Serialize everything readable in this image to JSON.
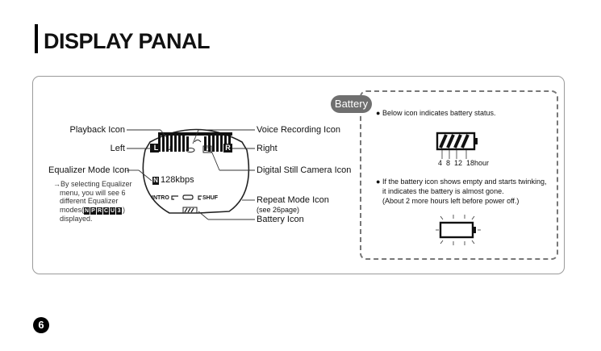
{
  "page_title": "DISPLAY PANAL",
  "battery_tag": "Battery",
  "labels": {
    "playback": "Playback Icon",
    "left": "Left",
    "equalizer": "Equalizer Mode Icon",
    "voice": "Voice Recording Icon",
    "right": "Right",
    "camera": "Digital Still Camera Icon",
    "repeat": "Repeat Mode Icon",
    "repeat_note": "(see 26page)",
    "battery": "Battery Icon"
  },
  "equalizer_note": {
    "line1": "→By selecting Equalizer",
    "line2": "menu, you will see 6",
    "line3": "different Equalizer",
    "line4_prefix": "modes(",
    "line4_suffix": ")",
    "line5": "displayed."
  },
  "eq_mode_letters": [
    "N",
    "P",
    "R",
    "C",
    "U",
    "3"
  ],
  "display": {
    "bitrate": "128kbps",
    "eq_indicator": "N",
    "left_marker": "L",
    "right_marker": "R",
    "intro_label": "INTRO",
    "shuf_label": "SHUF"
  },
  "battery_info": {
    "bullet1": "Below icon indicates battery status.",
    "hours": "4  8  12  18hour",
    "bullet2_line1": "If the battery icon shows empty and starts twinking,",
    "bullet2_line2": "it indicates the battery is almost gone.",
    "bullet2_line3": "(About 2 more hours left before power off.)"
  },
  "page_number": "6",
  "colors": {
    "tag_bg": "#6f6f6f",
    "dash_border": "#777777",
    "panel_border": "#9a9a9a"
  }
}
